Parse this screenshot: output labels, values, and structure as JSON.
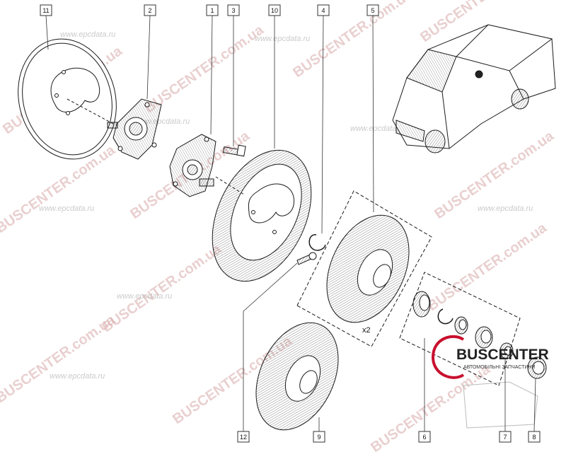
{
  "callouts": {
    "c11": "11",
    "c2": "2",
    "c1": "1",
    "c3": "3",
    "c10": "10",
    "c4": "4",
    "c5": "5",
    "c12": "12",
    "c9": "9",
    "c6": "6",
    "c7": "7",
    "c8": "8"
  },
  "quantity_label": "x2",
  "watermarks": {
    "buscenter": "BUSCENTER.com.ua",
    "epcdata": "www.epcdata.ru"
  },
  "logo": {
    "name": "BUSCENTER",
    "tagline": "АВТОМОБІЛЬНІ ЗАПЧАСТИНИ"
  },
  "colors": {
    "line": "#1a1a1a",
    "watermark": "#d8a9a9",
    "logo_red": "#c8102e"
  }
}
